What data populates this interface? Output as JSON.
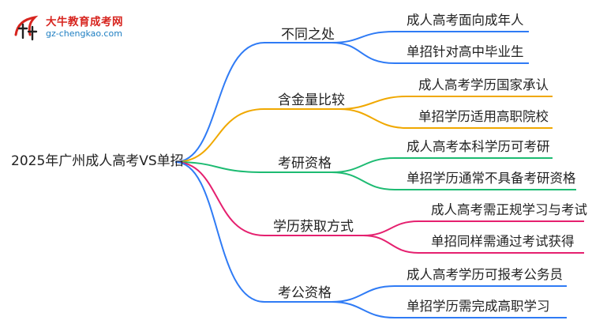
{
  "logo": {
    "title": "大牛教育成考网",
    "url": "gz-chengkao.com",
    "mark_text": "大牛"
  },
  "root": "2025年广州成人高考VS单招",
  "branches": [
    {
      "label": "不同之处",
      "color": "#2f7bf5",
      "children": [
        "成人高考面向成年人",
        "单招针对高中毕业生"
      ]
    },
    {
      "label": "含金量比较",
      "color": "#f0a800",
      "children": [
        "成人高考学历国家承认",
        "单招学历适用高职院校"
      ]
    },
    {
      "label": "考研资格",
      "color": "#1dbb72",
      "children": [
        "成人高考本科学历可考研",
        "单招学历通常不具备考研资格"
      ]
    },
    {
      "label": "学历获取方式",
      "color": "#e5206f",
      "children": [
        "成人高考需正规学习与考试",
        "单招同样需通过考试获得"
      ]
    },
    {
      "label": "考公资格",
      "color": "#2f7bf5",
      "children": [
        "成人高考学历可报考公务员",
        "单招学历需完成高职学习"
      ]
    }
  ]
}
